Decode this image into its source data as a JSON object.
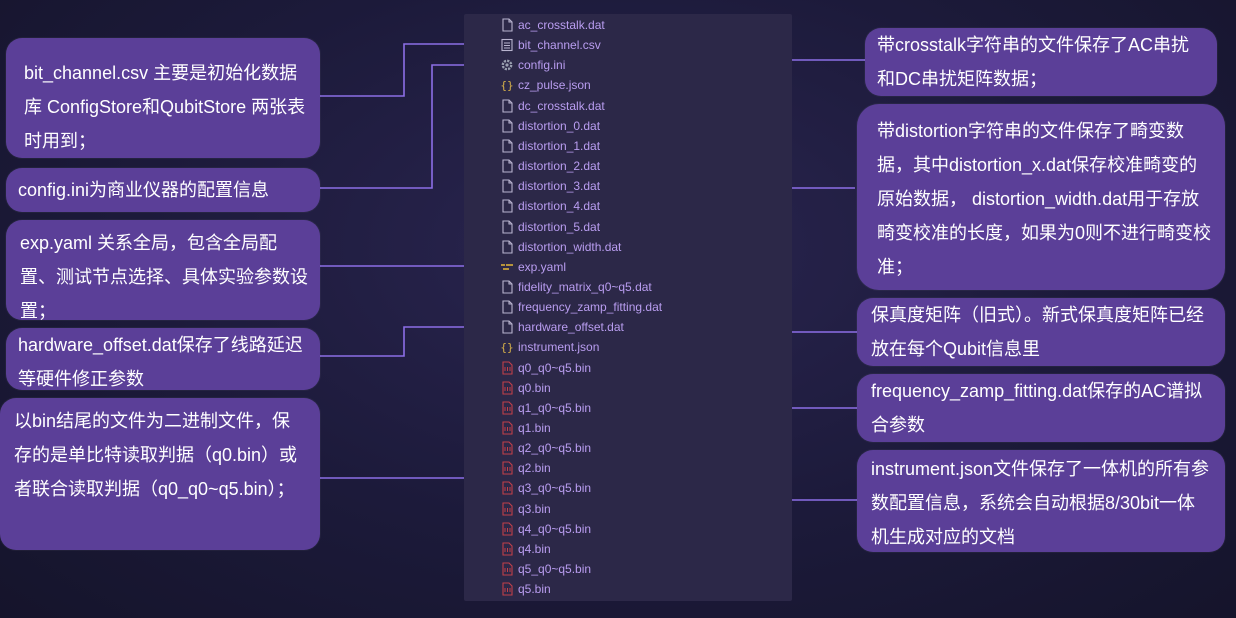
{
  "files": [
    {
      "name": "ac_crosstalk.dat",
      "icon": "file-icon"
    },
    {
      "name": "bit_channel.csv",
      "icon": "csv-file-icon"
    },
    {
      "name": "config.ini",
      "icon": "gear-icon"
    },
    {
      "name": "cz_pulse.json",
      "icon": "json-braces-icon"
    },
    {
      "name": "dc_crosstalk.dat",
      "icon": "file-icon"
    },
    {
      "name": "distortion_0.dat",
      "icon": "file-icon"
    },
    {
      "name": "distortion_1.dat",
      "icon": "file-icon"
    },
    {
      "name": "distortion_2.dat",
      "icon": "file-icon"
    },
    {
      "name": "distortion_3.dat",
      "icon": "file-icon"
    },
    {
      "name": "distortion_4.dat",
      "icon": "file-icon"
    },
    {
      "name": "distortion_5.dat",
      "icon": "file-icon"
    },
    {
      "name": "distortion_width.dat",
      "icon": "file-icon"
    },
    {
      "name": "exp.yaml",
      "icon": "yaml-icon"
    },
    {
      "name": "fidelity_matrix_q0~q5.dat",
      "icon": "file-icon"
    },
    {
      "name": "frequency_zamp_fitting.dat",
      "icon": "file-icon"
    },
    {
      "name": "hardware_offset.dat",
      "icon": "file-icon"
    },
    {
      "name": "instrument.json",
      "icon": "json-braces-icon"
    },
    {
      "name": "q0_q0~q5.bin",
      "icon": "binary-file-icon"
    },
    {
      "name": "q0.bin",
      "icon": "binary-file-icon"
    },
    {
      "name": "q1_q0~q5.bin",
      "icon": "binary-file-icon"
    },
    {
      "name": "q1.bin",
      "icon": "binary-file-icon"
    },
    {
      "name": "q2_q0~q5.bin",
      "icon": "binary-file-icon"
    },
    {
      "name": "q2.bin",
      "icon": "binary-file-icon"
    },
    {
      "name": "q3_q0~q5.bin",
      "icon": "binary-file-icon"
    },
    {
      "name": "q3.bin",
      "icon": "binary-file-icon"
    },
    {
      "name": "q4_q0~q5.bin",
      "icon": "binary-file-icon"
    },
    {
      "name": "q4.bin",
      "icon": "binary-file-icon"
    },
    {
      "name": "q5_q0~q5.bin",
      "icon": "binary-file-icon"
    },
    {
      "name": "q5.bin",
      "icon": "binary-file-icon"
    }
  ],
  "notes": {
    "bit_channel": "bit_channel.csv 主要是初始化数据库 ConfigStore和QubitStore 两张表时用到；",
    "config": "config.ini为商业仪器的配置信息",
    "exp": "exp.yaml 关系全局，包含全局配置、测试节点选择、具体实验参数设置；",
    "hardware": "hardware_offset.dat保存了线路延迟等硬件修正参数",
    "bin": "以bin结尾的文件为二进制文件，保存的是单比特读取判据（q0.bin）或者联合读取判据（q0_q0~q5.bin）；",
    "crosstalk": "带crosstalk字符串的文件保存了AC串扰和DC串扰矩阵数据；",
    "distortion": "带distortion字符串的文件保存了畸变数据，其中distortion_x.dat保存校准畸变的原始数据， distortion_width.dat用于存放畸变校准的长度，如果为0则不进行畸变校准；",
    "fidelity": "保真度矩阵（旧式）。新式保真度矩阵已经放在每个Qubit信息里",
    "frequency": "frequency_zamp_fitting.dat保存的AC谱拟合参数",
    "instrument": "instrument.json文件保存了一体机的所有参数配置信息，系统会自动根据8/30bit一体机生成对应的文档"
  },
  "colors": {
    "background": "#1c1a3a",
    "box": "#5b3f98",
    "panel": "#2c2848",
    "filename": "#b99df0",
    "arrow": "#8c6ee6",
    "binary_icon": "#c0404a",
    "gear_icon": "#9aa0b0",
    "json_icon": "#d8b24a"
  }
}
